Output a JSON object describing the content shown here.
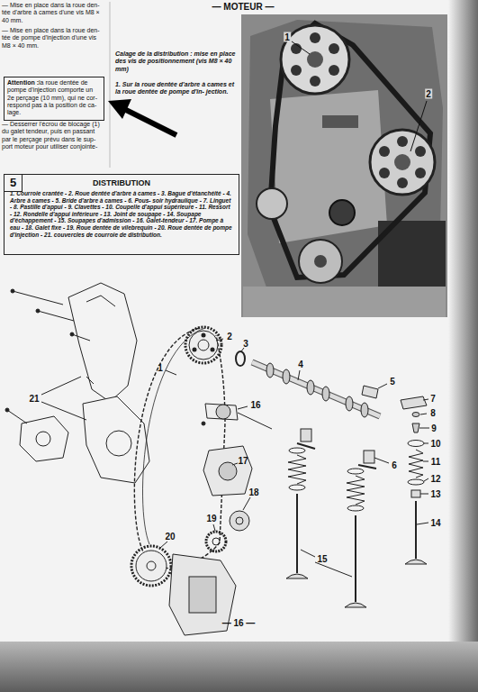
{
  "diagram": {
    "nodes": [
      {
        "text": [
          "Attention :",
          "la roue dentée de pompe d'injection comporte un 2e perçage (10 mm), qui ne cor- respond pas à la position de ca- lage."
        ]
      },
      {
        "text": [
          "5"
        ]
      },
      {
        "text": [
          "DISTRIBUTION",
          "1. Courroie crantée - 2. Roue dentée d'arbre à cames - 3. Bague d'étanchéité - 4. Arbre à cames - 5. Bride d'arbre à cames - 6. Pous- soir hydraulique - 7. Linguet - 8. Pastille d'appui - 9. Clavettes - 10. Coupelle d'appui supérieure - 11. Ressort - 12. Rondelle d'appui inférieure - 13. Joint de soupape - 14. Soupape d'échappement - 15. Soupapes d'admission - 16. Galet-tendeur - 17. Pompe à eau - 18. Galet fixe - 19. Roue dentée de vilebrequin - 20. Roue dentée de pompe d'injection - 21. couvercles de courroie de distribution."
        ]
      }
    ],
    "labels": [
      "— MOTEUR —",
      "— Mise en place dans la roue den- tée d'arbre à cames d'une vis M8 × 40 mm.",
      "— Mise en place dans la roue den- tée de pompe d'injection d'une vis M8 × 40 mm.",
      "— Desserrer l'écrou de blocage (1) du galet tendeur, puis en passant par le perçage prévu dans le sup- port moteur pour utiliser conjointe-",
      "Calage de la distribution : mise en place des vis de positionnement (vis M8 × 40 mm)",
      "1. Sur la roue dentée d'arbre à cames et la roue dentée de pompe d'in- jection.",
      "1",
      "2",
      "21",
      "1",
      "2",
      "3",
      "4",
      "5",
      "16",
      "7",
      "8",
      "9",
      "10",
      "11",
      "12",
      "13",
      "14",
      "6",
      "17",
      "18",
      "19",
      "20",
      "15",
      "— 16 —"
    ]
  }
}
